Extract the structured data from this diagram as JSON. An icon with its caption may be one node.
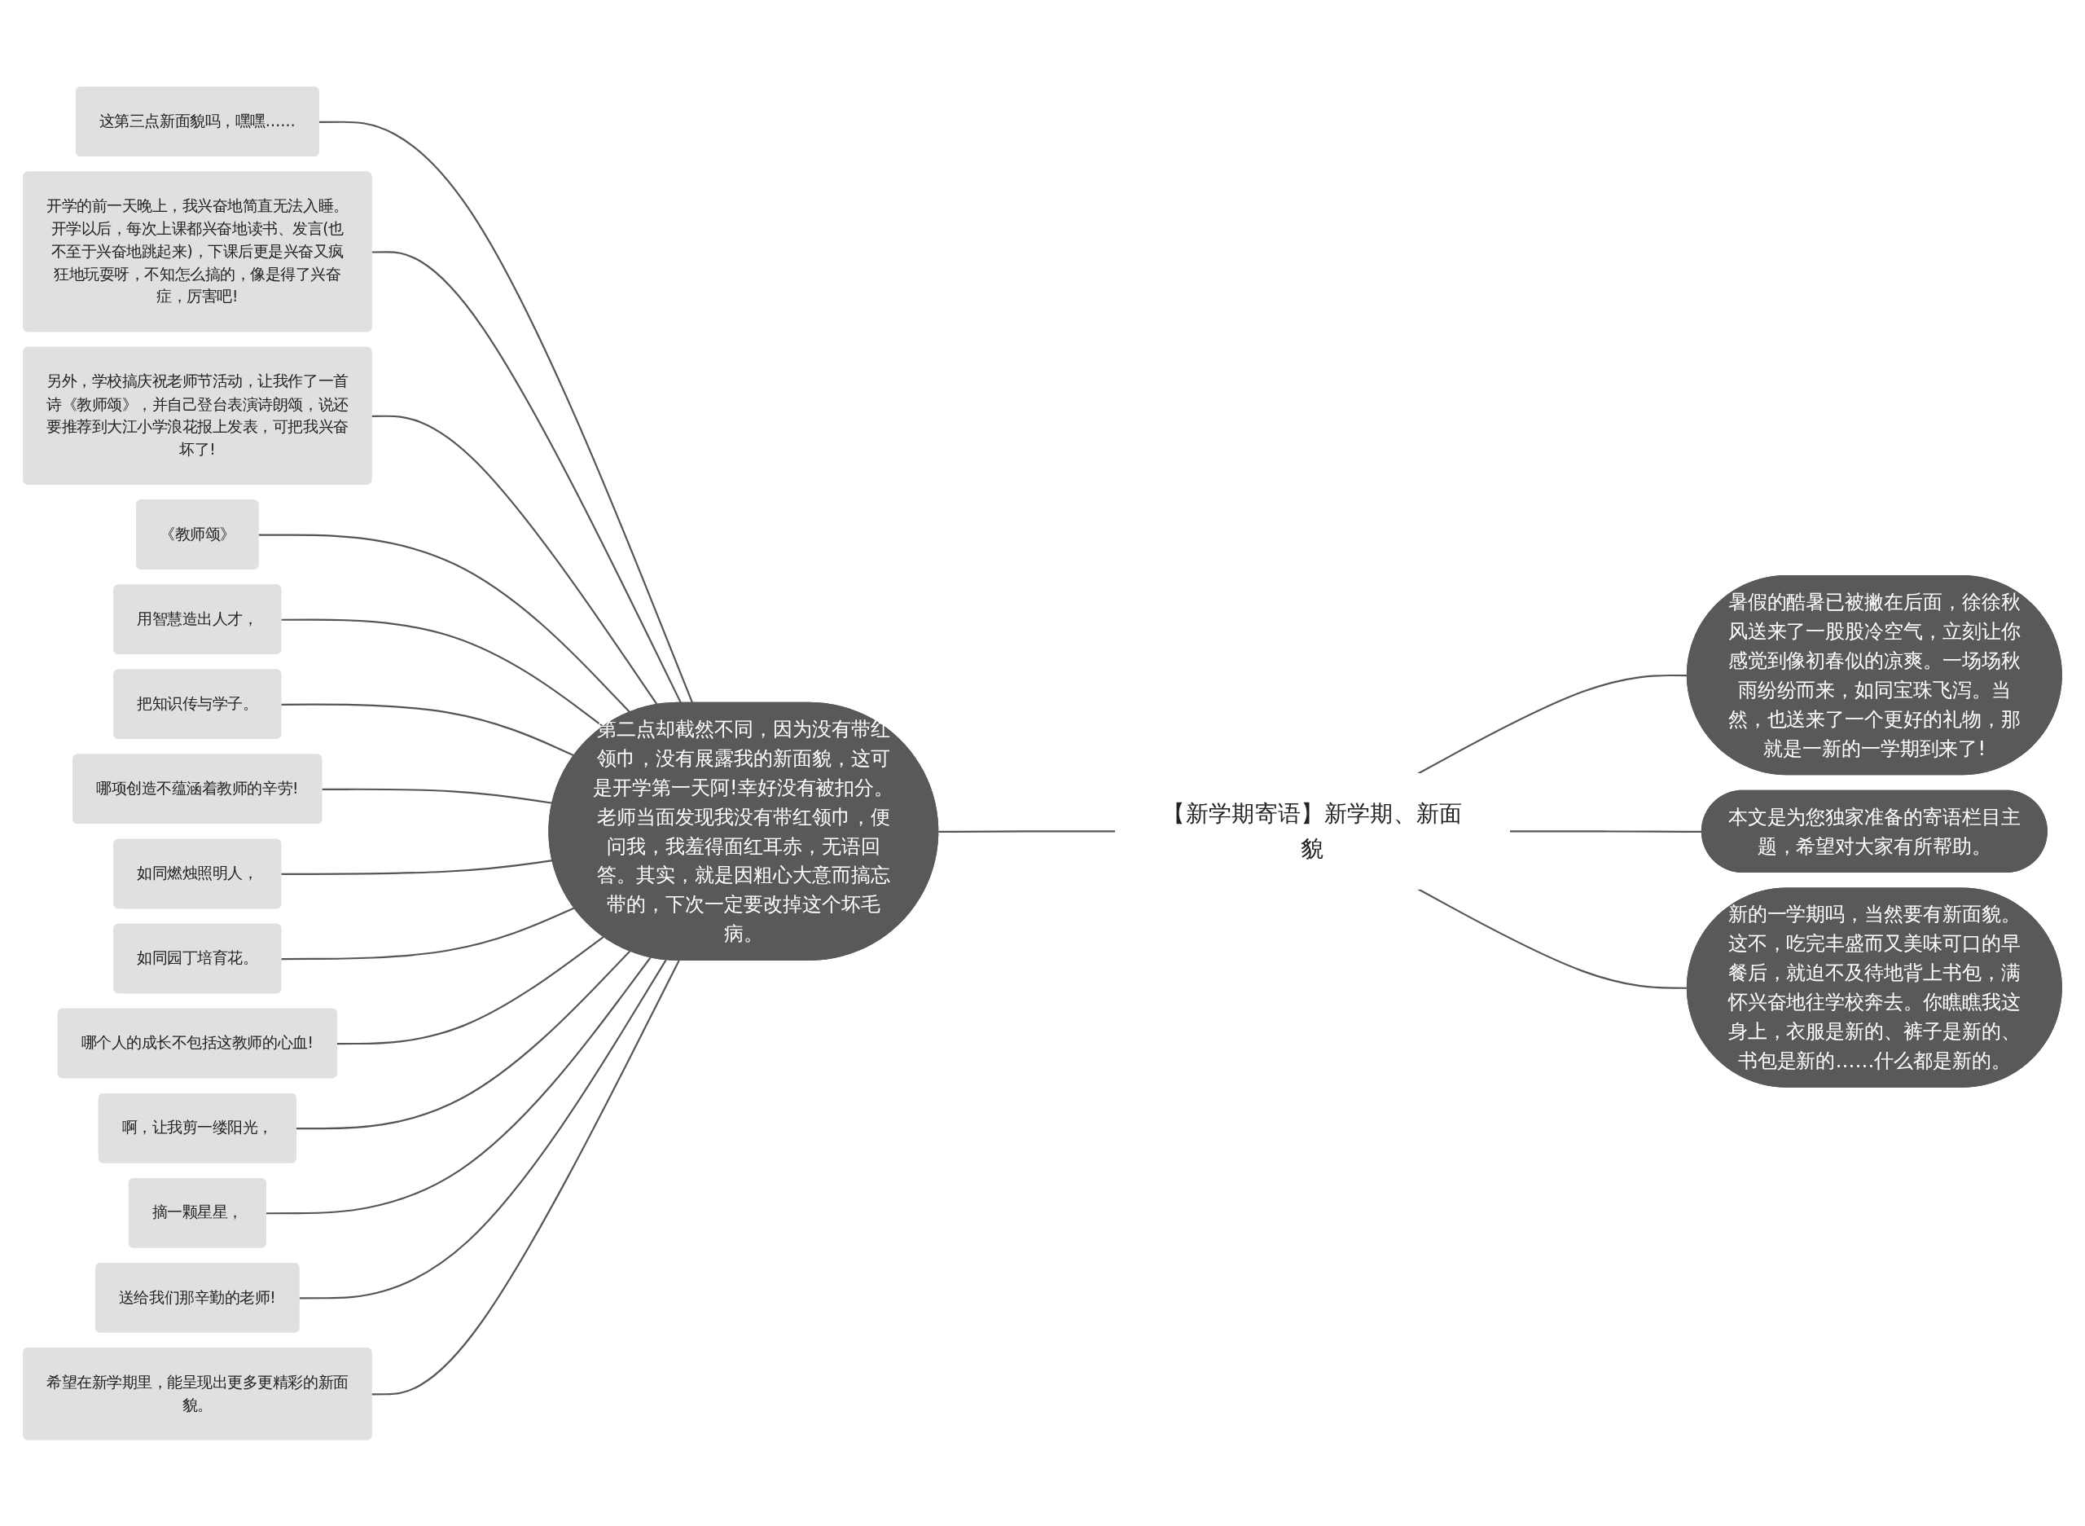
{
  "diagram": {
    "nodes": [
      {
        "text": [
          "【新学期寄语】新学期、新面貌"
        ]
      },
      {
        "text": [
          "暑假的酷暑已被撇在后面，徐徐秋风送来了一股股冷空气，立刻让你感觉到像初春似的凉爽。一场场秋雨纷纷而来，如同宝珠飞泻。当然，也送来了一个更好的礼物，那就是一新的一学期到来了!"
        ]
      },
      {
        "text": [
          "本文是为您独家准备的寄语栏目主题，希望对大家有所帮助。"
        ]
      },
      {
        "text": [
          "新的一学期吗，当然要有新面貌。这不，吃完丰盛而又美味可口的早餐后，就迫不及待地背上书包，满怀兴奋地往学校奔去。你瞧瞧我这身上，衣服是新的、裤子是新的、书包是新的……什么都是新的。"
        ]
      },
      {
        "text": [
          "第二点却截然不同，因为没有带红领巾，没有展露我的新面貌，这可是开学第一天阿!幸好没有被扣分。老师当面发现我没有带红领巾，便问我，我羞得面红耳赤，无语回答。其实，就是因粗心大意而搞忘带的，下次一定要改掉这个坏毛病。"
        ]
      },
      {
        "text": [
          "这第三点新面貌吗，嘿嘿……"
        ]
      },
      {
        "text": [
          "开学的前一天晚上，我兴奋地简直无法入睡。开学以后，每次上课都兴奋地读书、发言(也不至于兴奋地跳起来)，下课后更是兴奋又疯狂地玩耍呀，不知怎么搞的，像是得了兴奋症，厉害吧!"
        ]
      },
      {
        "text": [
          "另外，学校搞庆祝老师节活动，让我作了一首诗《教师颂》，并自己登台表演诗朗颂，说还要推荐到大江小学浪花报上发表，可把我兴奋坏了!"
        ]
      },
      {
        "text": [
          "《教师颂》"
        ]
      },
      {
        "text": [
          "用智慧造出人才，"
        ]
      },
      {
        "text": [
          "把知识传与学子。"
        ]
      },
      {
        "text": [
          "哪项创造不蕴涵着教师的辛劳!"
        ]
      },
      {
        "text": [
          "如同燃烛照明人，"
        ]
      },
      {
        "text": [
          "如同园丁培育花。"
        ]
      },
      {
        "text": [
          "哪个人的成长不包括这教师的心血!"
        ]
      },
      {
        "text": [
          "啊，让我剪一缕阳光，"
        ]
      },
      {
        "text": [
          "摘一颗星星，"
        ]
      },
      {
        "text": [
          "送给我们那辛勤的老师!"
        ]
      },
      {
        "text": [
          "希望在新学期里，能呈现出更多更精彩的新面貌。"
        ]
      }
    ],
    "edges": [
      {
        "from": 0,
        "to": 1,
        "arrow": "none"
      },
      {
        "from": 0,
        "to": 2,
        "arrow": "none"
      },
      {
        "from": 0,
        "to": 3,
        "arrow": "none"
      },
      {
        "from": 4,
        "to": 0,
        "arrow": "none"
      },
      {
        "from": 5,
        "to": 4,
        "arrow": "none"
      },
      {
        "from": 6,
        "to": 4,
        "arrow": "none"
      },
      {
        "from": 7,
        "to": 4,
        "arrow": "none"
      },
      {
        "from": 8,
        "to": 4,
        "arrow": "none"
      },
      {
        "from": 9,
        "to": 4,
        "arrow": "none"
      },
      {
        "from": 10,
        "to": 4,
        "arrow": "none"
      },
      {
        "from": 11,
        "to": 4,
        "arrow": "none"
      },
      {
        "from": 12,
        "to": 4,
        "arrow": "none"
      },
      {
        "from": 13,
        "to": 4,
        "arrow": "none"
      },
      {
        "from": 14,
        "to": 4,
        "arrow": "none"
      },
      {
        "from": 15,
        "to": 4,
        "arrow": "none"
      },
      {
        "from": 16,
        "to": 4,
        "arrow": "none"
      },
      {
        "from": 17,
        "to": 4,
        "arrow": "none"
      },
      {
        "from": 18,
        "to": 4,
        "arrow": "none"
      }
    ]
  }
}
